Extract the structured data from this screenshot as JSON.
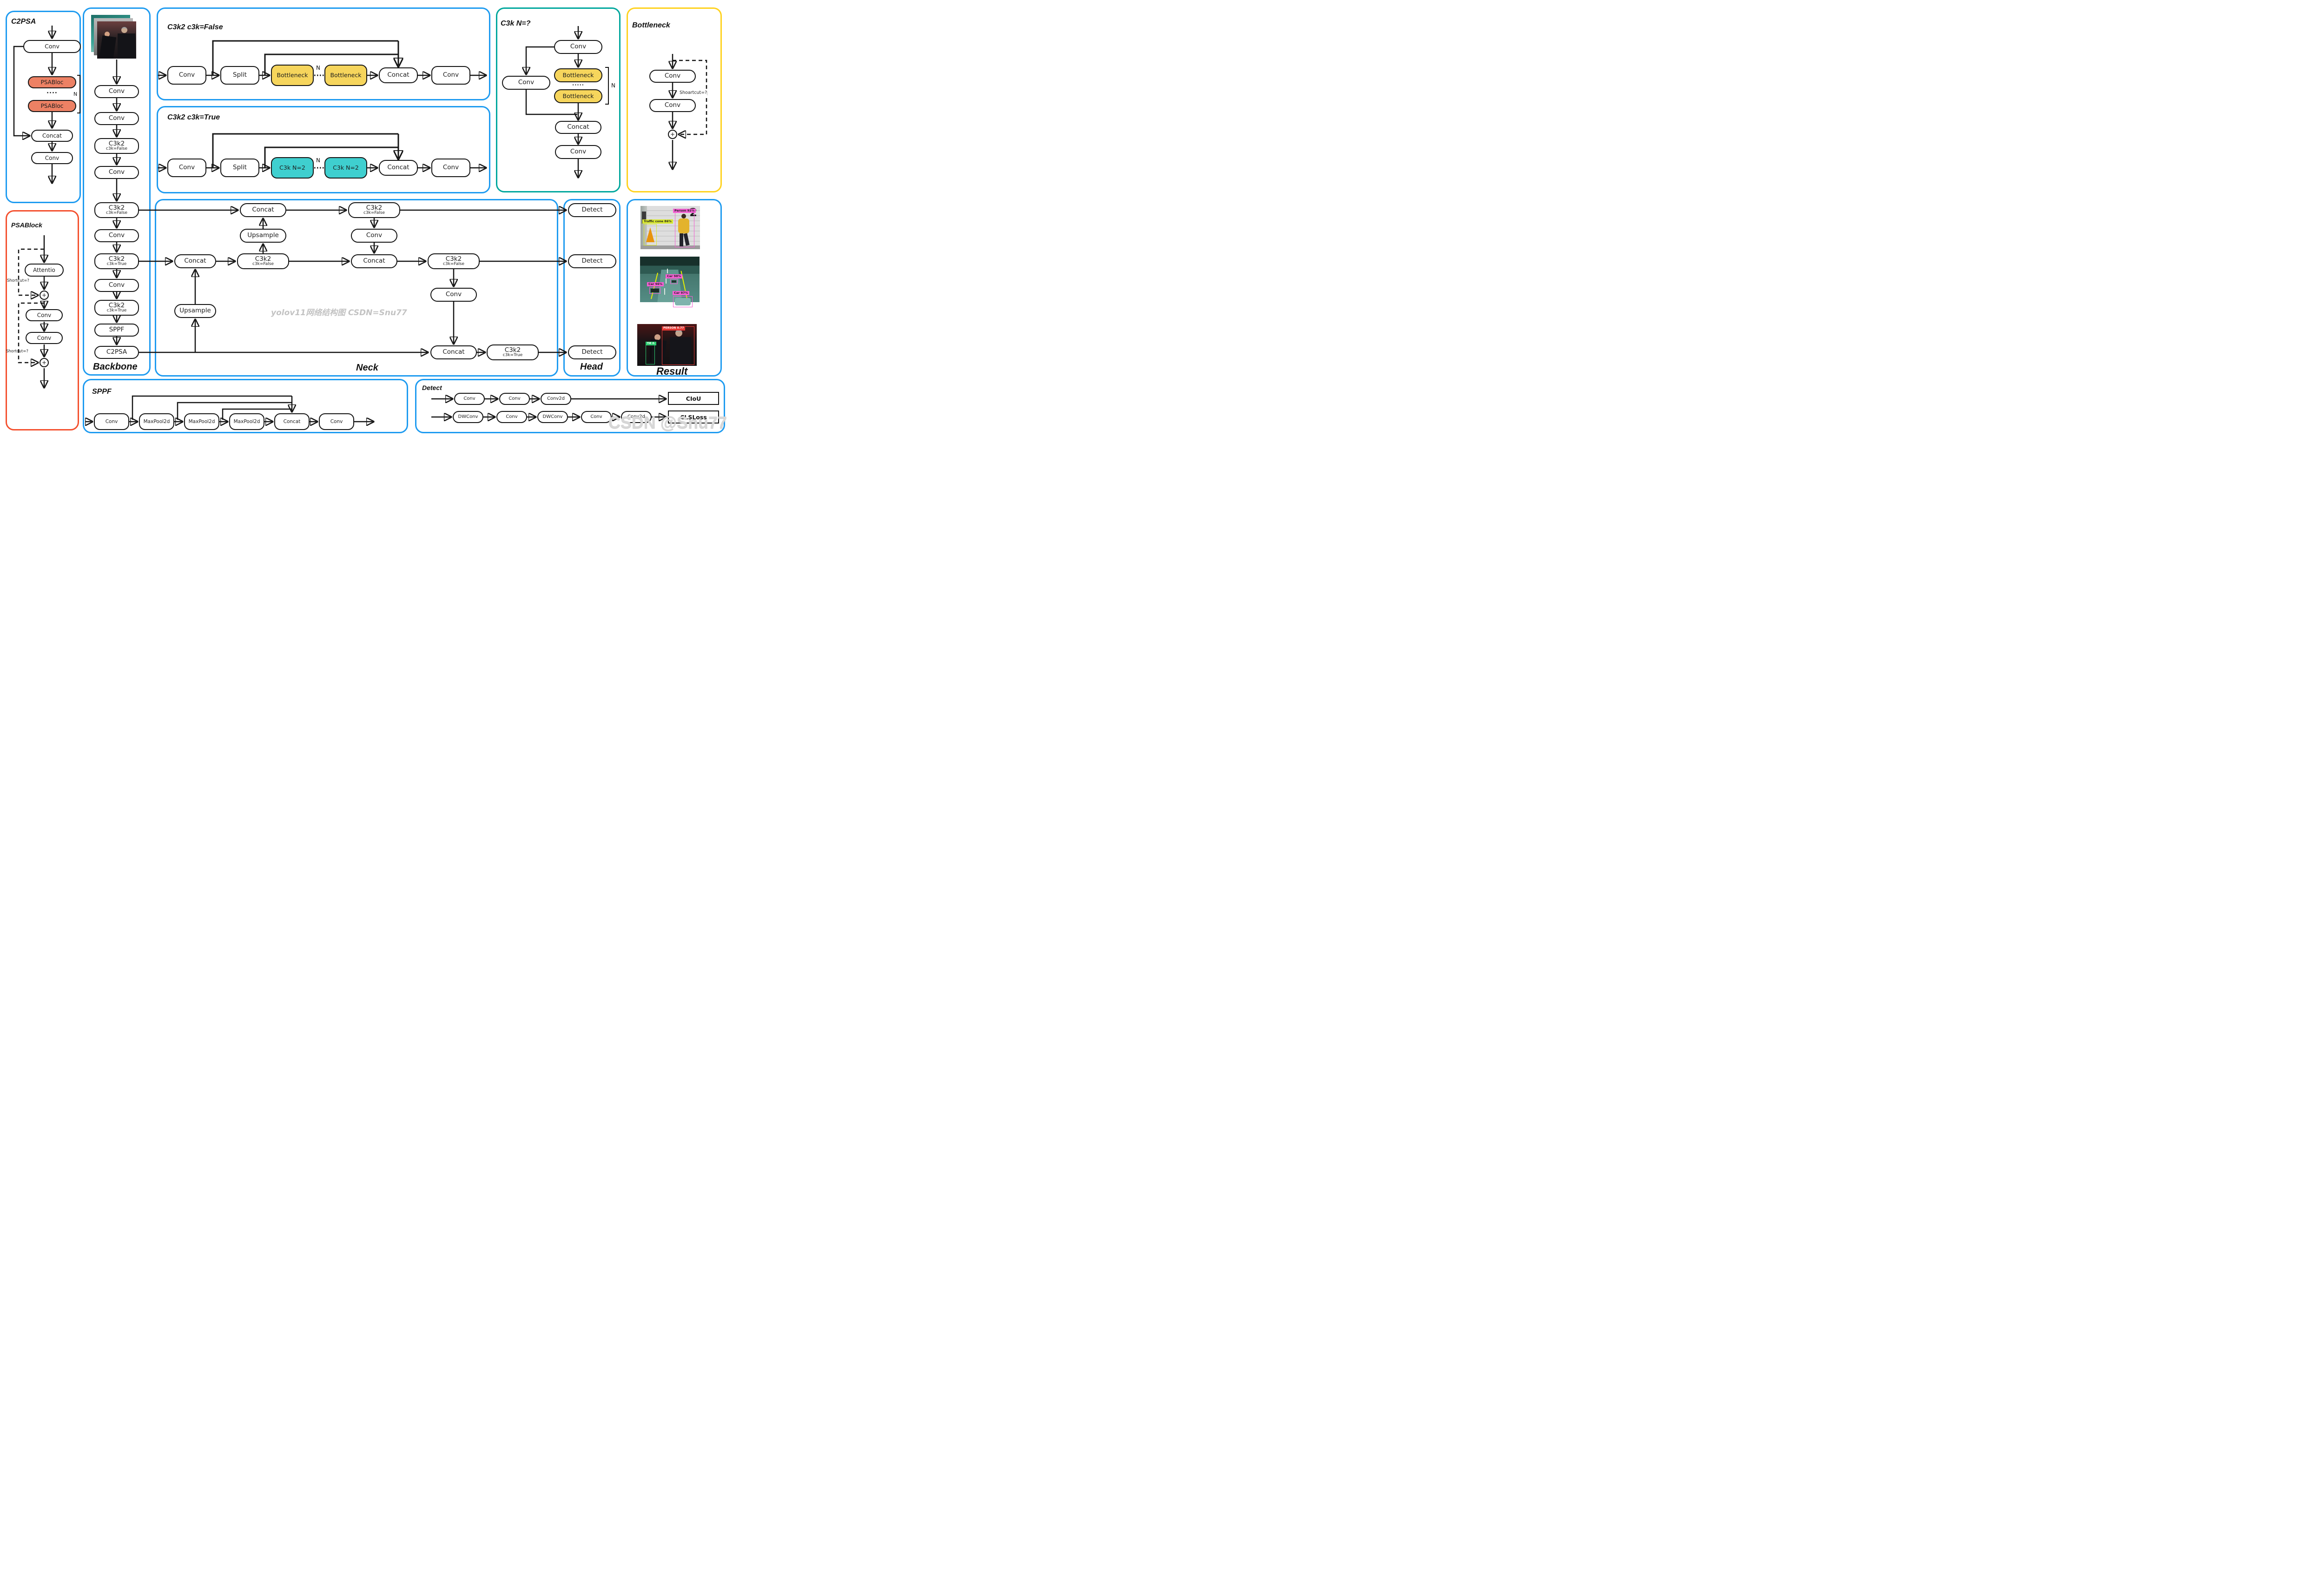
{
  "colors": {
    "panel_blue": "#1E9BF0",
    "panel_red": "#F4502E",
    "panel_teal": "#00A79D",
    "panel_yellow": "#FFD21E",
    "salmon": "#ED8164",
    "yellow_node": "#F6D55C",
    "cyan_node": "#3FCFCF",
    "chip_pink": "#F45FD3",
    "chip_lime": "#D8E830",
    "chip_red": "#E53935",
    "chip_green": "#2ECC71"
  },
  "watermark_center": "yolov11网络结构图 CSDN=Snu77",
  "watermark_corner": "CSDN @Snu77",
  "c2psa": {
    "title": "C2PSA",
    "conv_top": "Conv",
    "psa1": "PSABloc",
    "dots": "····",
    "psa2": "PSABloc",
    "concat": "Concat",
    "conv_bottom": "Conv",
    "n": "N"
  },
  "psablock": {
    "title": "PSABlock",
    "attention": "Attentio",
    "plus1": "+",
    "conv1": "Conv",
    "conv2": "Conv",
    "plus2": "+",
    "shortcut_top": "Shortcut=?",
    "shortcut_bottom": "Shortcut=?"
  },
  "backbone": {
    "label": "Backbone",
    "n0": "Conv",
    "n1": "Conv",
    "n2": "C3k2",
    "n2s": "c3k=False",
    "n3": "Conv",
    "n4": "C3k2",
    "n4s": "c3k=False",
    "n5": "Conv",
    "n6": "C3k2",
    "n6s": "c3k=True",
    "n7": "Conv",
    "n8": "C3k2",
    "n8s": "c3k=True",
    "n9": "SPPF",
    "n10": "C2PSA"
  },
  "c3k2f": {
    "title": "C3k2  c3k=False",
    "conv_in": "Conv",
    "split": "Split",
    "b1": "Bottleneck",
    "b2": "Bottleneck",
    "concat": "Concat",
    "conv_out": "Conv",
    "n": "N"
  },
  "c3k2t": {
    "title": "C3k2  c3k=True",
    "conv_in": "Conv",
    "split": "Split",
    "b1": "C3k  N=2",
    "b2": "C3k  N=2",
    "concat": "Concat",
    "conv_out": "Conv",
    "n": "N"
  },
  "c3k": {
    "title": "C3k N=?",
    "conv_top": "Conv",
    "conv_left": "Conv",
    "b1": "Bottleneck",
    "dots": "·····",
    "b2": "Bottleneck",
    "concat": "Concat",
    "conv_bottom": "Conv",
    "n": "N"
  },
  "bneck": {
    "title": "Bottleneck",
    "conv1": "Conv",
    "conv2": "Conv",
    "plus": "+",
    "shortcut": "Shoartcut=?"
  },
  "neck": {
    "label": "Neck",
    "concat_a": "Concat",
    "upsample_a": "Upsample",
    "c3k2_a": "C3k2",
    "c3k2_a_s": "c3k=False",
    "conv_a": "Conv",
    "concat_c": "Concat",
    "c3k2_b": "C3k2",
    "c3k2_b_s": "c3k=False",
    "concat_b": "Concat",
    "c3k2_c": "C3k2",
    "c3k2_c_s": "c3k=False",
    "conv_b": "Conv",
    "upsample_b": "Upsample",
    "concat_d": "Concat",
    "c3k2_d": "C3k2",
    "c3k2_d_s": "c3k=True"
  },
  "head": {
    "label": "Head",
    "d1": "Detect",
    "d2": "Detect",
    "d3": "Detect"
  },
  "result": {
    "label": "Result",
    "img1": {
      "wall_mark": "2",
      "chip_person": "Person  92%",
      "chip_cone": "Traffic cone  86%"
    },
    "img2": {
      "chip_car1": "Car  98%",
      "chip_car2": "Car  96%",
      "chip_car3": "Car  97%"
    },
    "img3": {
      "chip_person": "PERSON 0.77",
      "chip_tie": "TIE 0."
    }
  },
  "sppf": {
    "title": "SPPF",
    "n0": "Conv",
    "n1": "MaxPool2d",
    "n2": "MaxPool2d",
    "n3": "MaxPool2d",
    "n4": "Concat",
    "n5": "Conv"
  },
  "detect": {
    "title": "Detect",
    "r1n0": "Conv",
    "r1n1": "Conv",
    "r1n2": "Conv2d",
    "r1out": "CIoU",
    "r2n0": "DWConv",
    "r2n1": "Conv",
    "r2n2": "DWConv",
    "r2n3": "Conv",
    "r2n4": "Conv2d",
    "r2out": "CLSLoss"
  }
}
